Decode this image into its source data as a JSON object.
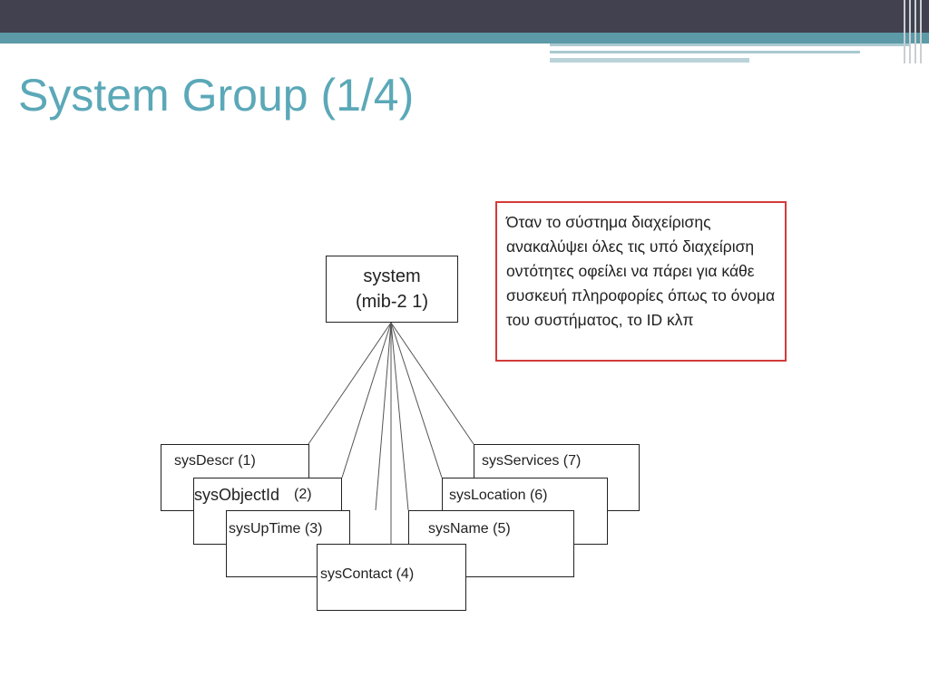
{
  "slide": {
    "title": "System Group (1/4)"
  },
  "diagram": {
    "root": {
      "line1": "system",
      "line2": "(mib-2 1)"
    },
    "children": [
      {
        "label": "sysDescr (1)"
      },
      {
        "label": "sysObjectId",
        "num": "(2)"
      },
      {
        "label": "sysUpTime (3)"
      },
      {
        "label": "sysContact (4)"
      },
      {
        "label": "sysName (5)"
      },
      {
        "label": "sysLocation (6)"
      },
      {
        "label": "sysServices (7)"
      }
    ]
  },
  "note": {
    "text": "Όταν το σύστημα διαχείρισης ανακαλύψει όλες τις υπό διαχείριση οντότητες οφείλει να πάρει για κάθε συσκευή πληροφορίες όπως το όνομα του συστήματος, το ID κλπ"
  },
  "colors": {
    "title": "#5ba8b8",
    "top_bar": "#41414f",
    "teal_bar": "#5b9aa6",
    "note_border": "#d33a3a"
  }
}
